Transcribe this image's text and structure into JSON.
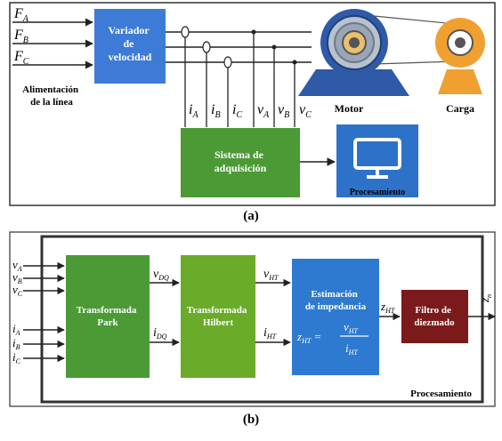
{
  "panel_a": {
    "caption": "(a)",
    "inputs": [
      {
        "main": "F",
        "sub": "A"
      },
      {
        "main": "F",
        "sub": "B"
      },
      {
        "main": "F",
        "sub": "C"
      }
    ],
    "supply_label": [
      "Alimentación",
      "de la línea"
    ],
    "drive_box": [
      "Variador",
      "de",
      "velocidad"
    ],
    "current_labels": [
      {
        "main": "i",
        "sub": "A"
      },
      {
        "main": "i",
        "sub": "B"
      },
      {
        "main": "i",
        "sub": "C"
      }
    ],
    "voltage_labels": [
      {
        "main": "v",
        "sub": "A"
      },
      {
        "main": "v",
        "sub": "B"
      },
      {
        "main": "v",
        "sub": "C"
      }
    ],
    "motor_label": "Motor",
    "load_label": "Carga",
    "acquisition_box": [
      "Sistema de",
      "adquisición"
    ],
    "processing_label": "Procesamiento",
    "colors": {
      "drive": "#3d7bd6",
      "motor": "#2e5aa8",
      "load": "#f0a030",
      "acquisition": "#4b9a35",
      "monitor": "#2d72c8"
    }
  },
  "panel_b": {
    "caption": "(b)",
    "inputs_v": [
      {
        "main": "v",
        "sub": "A"
      },
      {
        "main": "v",
        "sub": "B"
      },
      {
        "main": "v",
        "sub": "C"
      }
    ],
    "inputs_i": [
      {
        "main": "i",
        "sub": "A"
      },
      {
        "main": "i",
        "sub": "B"
      },
      {
        "main": "i",
        "sub": "C"
      }
    ],
    "park_box": [
      "Transformada",
      "Park"
    ],
    "park_outputs": [
      {
        "main": "v",
        "sub": "DQ"
      },
      {
        "main": "i",
        "sub": "DQ"
      }
    ],
    "hilbert_box": [
      "Transformada",
      "Hilbert"
    ],
    "hilbert_outputs": [
      {
        "main": "v",
        "sub": "HT"
      },
      {
        "main": "i",
        "sub": "HT"
      }
    ],
    "impedance_box": [
      "Estimación",
      "de impedancia"
    ],
    "impedance_formula": {
      "lhs": "z",
      "lhs_sub": "HT",
      "num": "v",
      "num_sub": "HT",
      "den": "i",
      "den_sub": "HT"
    },
    "impedance_output": {
      "main": "z",
      "sub": "HT"
    },
    "filter_box": [
      "Filtro de",
      "diezmado"
    ],
    "final_output": {
      "main": "z",
      "sub": "n"
    },
    "frame_label": "Procesamiento",
    "colors": {
      "park": "#4b9a35",
      "hilbert": "#6aab2a",
      "impedance": "#2d7ad0",
      "filter": "#7a1a1a"
    }
  }
}
